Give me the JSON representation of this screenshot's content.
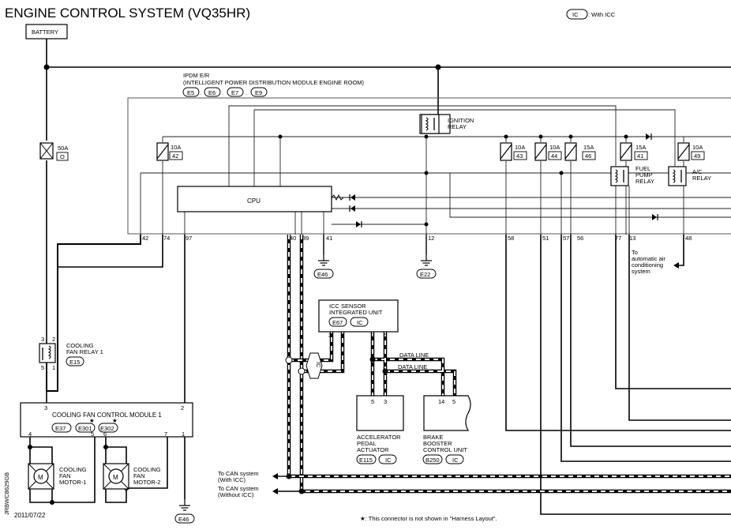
{
  "header": {
    "title": "ENGINE CONTROL SYSTEM (VQ35HR)",
    "legend_symbol": "IC",
    "legend_text": ": With ICC"
  },
  "battery": {
    "label": "BATTERY"
  },
  "fusible_link": {
    "rating": "50A",
    "id": "O"
  },
  "ipdm": {
    "name": "IPDM E/R",
    "full_name": "(INTELLIGENT POWER DISTRIBUTION MODULE ENGINE ROOM)",
    "connectors": [
      "E5",
      "E6",
      "E7",
      "E9"
    ],
    "cpu_label": "CPU",
    "ignition_relay": [
      "IGNITION",
      "RELAY"
    ],
    "fuel_pump_relay": [
      "FUEL",
      "PUMP",
      "RELAY"
    ],
    "ac_relay": [
      "A/C",
      "RELAY"
    ]
  },
  "fuses": [
    {
      "rating": "10A",
      "id": "42"
    },
    {
      "rating": "10A",
      "id": "43"
    },
    {
      "rating": "10A",
      "id": "44"
    },
    {
      "rating": "15A",
      "id": "46"
    },
    {
      "rating": "15A",
      "id": "41"
    },
    {
      "rating": "10A",
      "id": "49"
    }
  ],
  "pins": [
    "42",
    "74",
    "97",
    "40",
    "39",
    "41",
    "12",
    "58",
    "51",
    "57",
    "56",
    "77",
    "13",
    "48"
  ],
  "grounds": [
    "E46",
    "E22",
    "E46"
  ],
  "ac_note": [
    "To",
    "automatic air",
    "conditioning",
    "system"
  ],
  "icc_sensor": {
    "name": [
      "ICC SENSOR",
      "INTEGRATED UNIT"
    ],
    "connector": "E67",
    "pins": [
      "3",
      "6",
      "2",
      "5"
    ]
  },
  "data_lines": [
    "DATA LINE",
    "DATA LINE"
  ],
  "icc_splice": "IC",
  "cooling_fan_relay": {
    "name": [
      "COOLING",
      "FAN RELAY 1"
    ],
    "connector": "E15",
    "pins": [
      "3",
      "2",
      "5",
      "1"
    ]
  },
  "cooling_fan_module": {
    "name": "COOLING FAN CONTROL MODULE 1",
    "connectors": [
      "E37",
      "E301",
      "E302"
    ],
    "pins": [
      "3",
      "2",
      "4",
      "5",
      "6",
      "7",
      "1"
    ]
  },
  "fan_motor_1": [
    "COOLING",
    "FAN",
    "MOTOR-1"
  ],
  "fan_motor_2": [
    "COOLING",
    "FAN",
    "MOTOR-2"
  ],
  "motor_symbol": "M",
  "accelerator_actuator": {
    "name": [
      "ACCELERATOR",
      "PEDAL",
      "ACTUATOR"
    ],
    "connector": "E115",
    "pins": [
      "5",
      "3"
    ]
  },
  "brake_booster": {
    "name": [
      "BRAKE",
      "BOOSTER",
      "CONTROL UNIT"
    ],
    "connector": "B250",
    "pins": [
      "14",
      "5"
    ]
  },
  "can_with_icc": [
    "To CAN system",
    "(With ICC)"
  ],
  "can_without_icc": [
    "To CAN system",
    "(Without ICC)"
  ],
  "date": "2011/07/22",
  "side_code": "JRBWC8629GB",
  "footnote": "★: This connector is not shown in \"Harness Layout\"."
}
